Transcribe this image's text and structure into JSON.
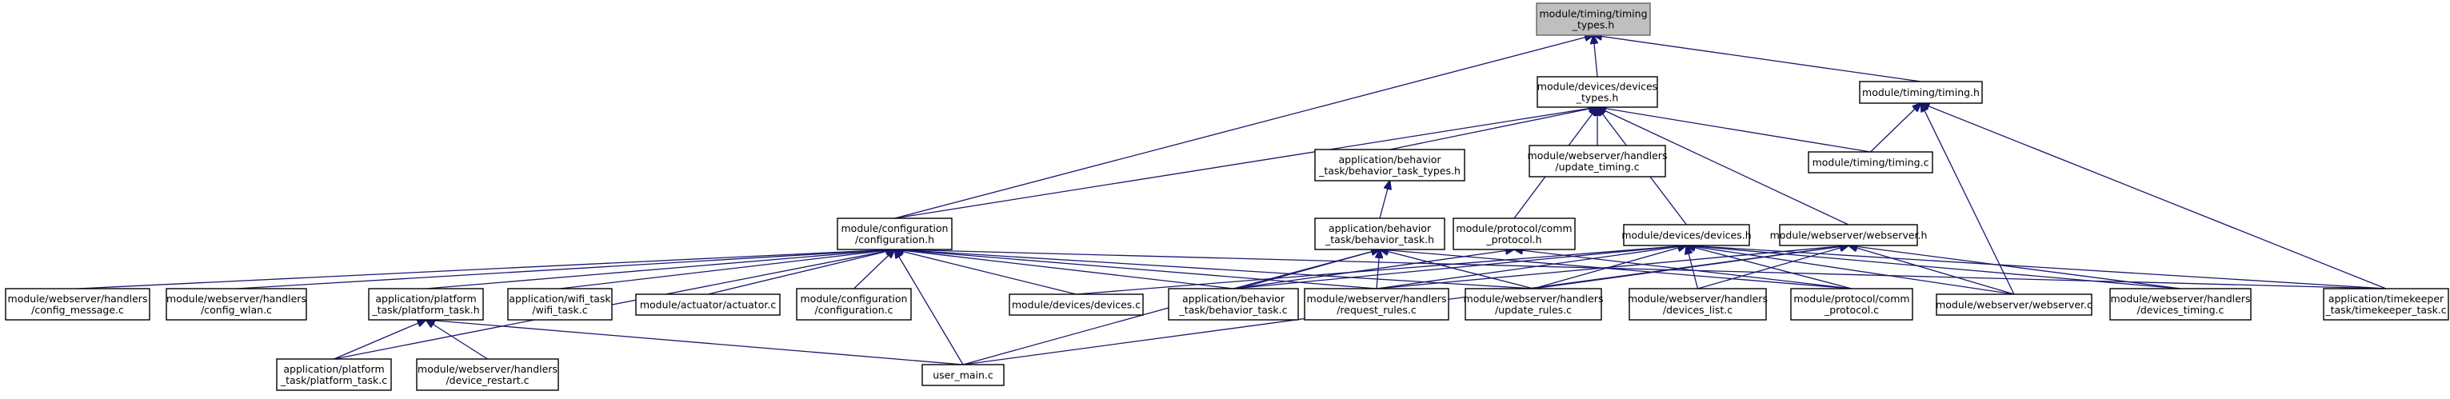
{
  "diagram": {
    "title": "",
    "edge_color": "#191970",
    "root_fill": "#bfbfbf",
    "nodes": [
      {
        "id": "timing_types_h",
        "lines": [
          "module/timing/timing",
          "_types.h"
        ],
        "root": true
      },
      {
        "id": "devices_types_h",
        "lines": [
          "module/devices/devices",
          "_types.h"
        ]
      },
      {
        "id": "timing_h",
        "lines": [
          "module/timing/timing.h"
        ]
      },
      {
        "id": "behavior_task_types_h",
        "lines": [
          "application/behavior",
          "_task/behavior_task_types.h"
        ]
      },
      {
        "id": "update_timing_c",
        "lines": [
          "module/webserver/handlers",
          "/update_timing.c"
        ]
      },
      {
        "id": "timing_c",
        "lines": [
          "module/timing/timing.c"
        ]
      },
      {
        "id": "configuration_h",
        "lines": [
          "module/configuration",
          "/configuration.h"
        ]
      },
      {
        "id": "behavior_task_h",
        "lines": [
          "application/behavior",
          "_task/behavior_task.h"
        ]
      },
      {
        "id": "comm_protocol_h",
        "lines": [
          "module/protocol/comm",
          "_protocol.h"
        ]
      },
      {
        "id": "devices_h",
        "lines": [
          "module/devices/devices.h"
        ]
      },
      {
        "id": "webserver_h",
        "lines": [
          "module/webserver/webserver.h"
        ]
      },
      {
        "id": "config_message_c",
        "lines": [
          "module/webserver/handlers",
          "/config_message.c"
        ]
      },
      {
        "id": "config_wlan_c",
        "lines": [
          "module/webserver/handlers",
          "/config_wlan.c"
        ]
      },
      {
        "id": "platform_task_h",
        "lines": [
          "application/platform",
          "_task/platform_task.h"
        ]
      },
      {
        "id": "wifi_task_c",
        "lines": [
          "application/wifi_task",
          "/wifi_task.c"
        ]
      },
      {
        "id": "actuator_c",
        "lines": [
          "module/actuator/actuator.c"
        ]
      },
      {
        "id": "configuration_c",
        "lines": [
          "module/configuration",
          "/configuration.c"
        ]
      },
      {
        "id": "devices_c",
        "lines": [
          "module/devices/devices.c"
        ]
      },
      {
        "id": "behavior_task_c",
        "lines": [
          "application/behavior",
          "_task/behavior_task.c"
        ]
      },
      {
        "id": "request_rules_c",
        "lines": [
          "module/webserver/handlers",
          "/request_rules.c"
        ]
      },
      {
        "id": "update_rules_c",
        "lines": [
          "module/webserver/handlers",
          "/update_rules.c"
        ]
      },
      {
        "id": "devices_list_c",
        "lines": [
          "module/webserver/handlers",
          "/devices_list.c"
        ]
      },
      {
        "id": "comm_protocol_c",
        "lines": [
          "module/protocol/comm",
          "_protocol.c"
        ]
      },
      {
        "id": "webserver_c",
        "lines": [
          "module/webserver/webserver.c"
        ]
      },
      {
        "id": "devices_timing_c",
        "lines": [
          "module/webserver/handlers",
          "/devices_timing.c"
        ]
      },
      {
        "id": "timekeeper_task_c",
        "lines": [
          "application/timekeeper",
          "_task/timekeeper_task.c"
        ]
      },
      {
        "id": "platform_task_c",
        "lines": [
          "application/platform",
          "_task/platform_task.c"
        ]
      },
      {
        "id": "device_restart_c",
        "lines": [
          "module/webserver/handlers",
          "/device_restart.c"
        ]
      },
      {
        "id": "user_main_c",
        "lines": [
          "user_main.c"
        ]
      }
    ],
    "edges": [
      [
        "devices_types_h",
        "timing_types_h"
      ],
      [
        "timing_h",
        "timing_types_h"
      ],
      [
        "configuration_h",
        "timing_types_h"
      ],
      [
        "behavior_task_types_h",
        "devices_types_h"
      ],
      [
        "update_timing_c",
        "devices_types_h"
      ],
      [
        "timing_c",
        "devices_types_h"
      ],
      [
        "configuration_h",
        "devices_types_h"
      ],
      [
        "comm_protocol_h",
        "devices_types_h"
      ],
      [
        "devices_h",
        "devices_types_h"
      ],
      [
        "webserver_h",
        "devices_types_h"
      ],
      [
        "timing_c",
        "timing_h"
      ],
      [
        "webserver_c",
        "timing_h"
      ],
      [
        "timekeeper_task_c",
        "timing_h"
      ],
      [
        "behavior_task_h",
        "behavior_task_types_h"
      ],
      [
        "config_message_c",
        "configuration_h"
      ],
      [
        "config_wlan_c",
        "configuration_h"
      ],
      [
        "platform_task_h",
        "configuration_h"
      ],
      [
        "wifi_task_c",
        "configuration_h"
      ],
      [
        "actuator_c",
        "configuration_h"
      ],
      [
        "configuration_c",
        "configuration_h"
      ],
      [
        "devices_c",
        "configuration_h"
      ],
      [
        "behavior_task_c",
        "configuration_h"
      ],
      [
        "request_rules_c",
        "configuration_h"
      ],
      [
        "update_rules_c",
        "configuration_h"
      ],
      [
        "platform_task_c",
        "configuration_h"
      ],
      [
        "user_main_c",
        "configuration_h"
      ],
      [
        "timekeeper_task_c",
        "configuration_h"
      ],
      [
        "behavior_task_c",
        "behavior_task_h"
      ],
      [
        "request_rules_c",
        "behavior_task_h"
      ],
      [
        "update_rules_c",
        "behavior_task_h"
      ],
      [
        "comm_protocol_c",
        "behavior_task_h"
      ],
      [
        "user_main_c",
        "behavior_task_h"
      ],
      [
        "behavior_task_c",
        "comm_protocol_h"
      ],
      [
        "comm_protocol_c",
        "comm_protocol_h"
      ],
      [
        "devices_c",
        "devices_h"
      ],
      [
        "behavior_task_c",
        "devices_h"
      ],
      [
        "request_rules_c",
        "devices_h"
      ],
      [
        "update_rules_c",
        "devices_h"
      ],
      [
        "devices_list_c",
        "devices_h"
      ],
      [
        "comm_protocol_c",
        "devices_h"
      ],
      [
        "webserver_c",
        "devices_h"
      ],
      [
        "devices_timing_c",
        "devices_h"
      ],
      [
        "timekeeper_task_c",
        "devices_h"
      ],
      [
        "request_rules_c",
        "webserver_h"
      ],
      [
        "update_rules_c",
        "webserver_h"
      ],
      [
        "devices_list_c",
        "webserver_h"
      ],
      [
        "webserver_c",
        "webserver_h"
      ],
      [
        "devices_timing_c",
        "webserver_h"
      ],
      [
        "user_main_c",
        "webserver_h"
      ],
      [
        "platform_task_c",
        "platform_task_h"
      ],
      [
        "device_restart_c",
        "platform_task_h"
      ],
      [
        "user_main_c",
        "platform_task_h"
      ]
    ]
  }
}
